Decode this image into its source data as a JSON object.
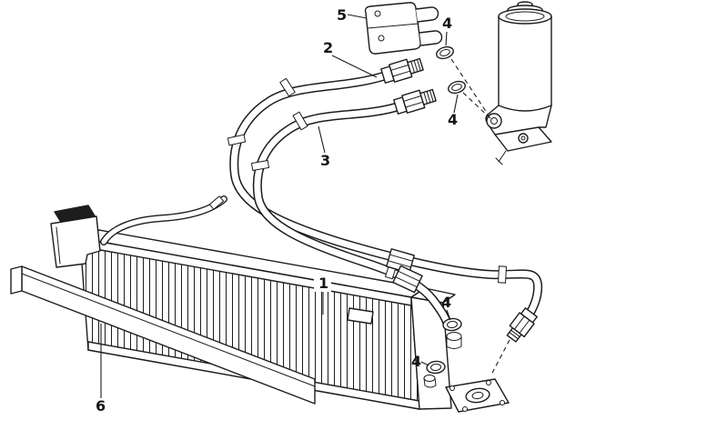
{
  "diagram": {
    "background_color": "#ffffff",
    "line_color": "#1d1d1d",
    "labels": [
      {
        "ref": "connector-block",
        "text": "5"
      },
      {
        "ref": "oil-hose-upper",
        "text": "2"
      },
      {
        "ref": "sealing-ring-upper",
        "text": "4"
      },
      {
        "ref": "sealing-ring-second",
        "text": "4"
      },
      {
        "ref": "oil-hose-lower",
        "text": "3"
      },
      {
        "ref": "oil-cooler-core",
        "text": "1"
      },
      {
        "ref": "sealing-ring-cooler-port",
        "text": "4"
      },
      {
        "ref": "sealing-ring-flange",
        "text": "4"
      },
      {
        "ref": "cooler-front-panel",
        "text": "6"
      }
    ]
  }
}
